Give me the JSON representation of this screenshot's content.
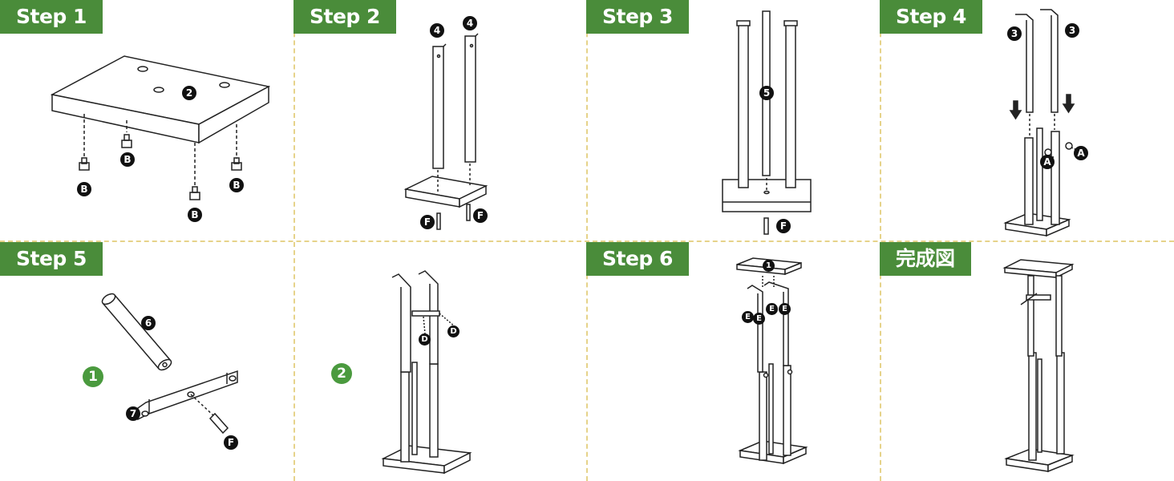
{
  "colors": {
    "label_bg": "#4a8c3a",
    "divider": "#e6d38a",
    "callout": "#111111",
    "substep": "#4a9a3e"
  },
  "panels": {
    "step1": {
      "label": "Step 1",
      "callouts": [
        "2",
        "B",
        "B",
        "B",
        "B"
      ]
    },
    "step2": {
      "label": "Step 2",
      "callouts": [
        "4",
        "4",
        "F",
        "F"
      ]
    },
    "step3": {
      "label": "Step 3",
      "callouts": [
        "5",
        "F"
      ]
    },
    "step4": {
      "label": "Step 4",
      "callouts": [
        "3",
        "3",
        "A",
        "A"
      ]
    },
    "step5": {
      "label": "Step 5",
      "substeps": [
        "1",
        "2"
      ],
      "callouts": [
        "6",
        "7",
        "F",
        "D",
        "D"
      ]
    },
    "step6": {
      "label": "Step 6",
      "callouts": [
        "1",
        "E",
        "E",
        "E",
        "E"
      ]
    },
    "complete": {
      "label": "完成図"
    }
  }
}
